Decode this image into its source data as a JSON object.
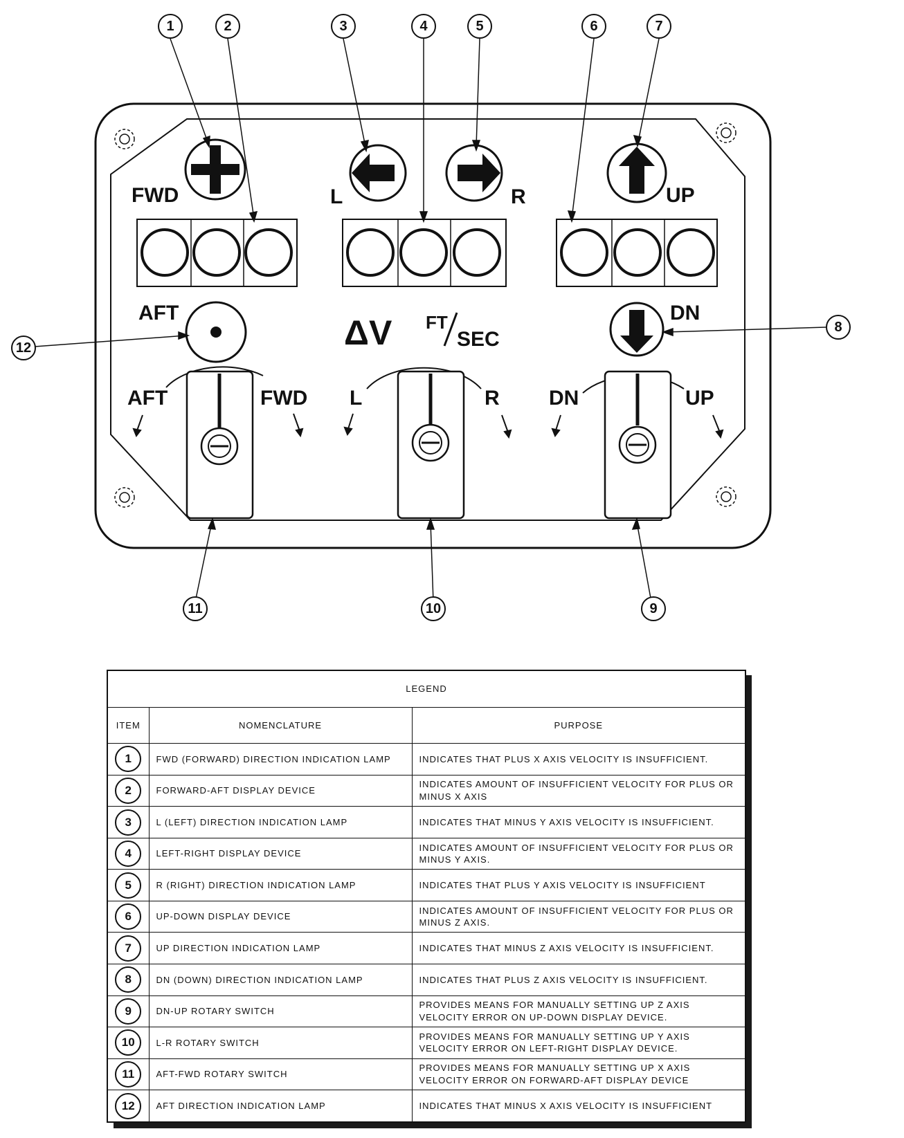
{
  "callouts": [
    "1",
    "2",
    "3",
    "4",
    "5",
    "6",
    "7",
    "8",
    "9",
    "10",
    "11",
    "12"
  ],
  "panel": {
    "fwd_label": "FWD",
    "l_label": "L",
    "r_label": "R",
    "up_label": "UP",
    "aft_label": "AFT",
    "dn_label": "DN",
    "delta_v": "ΔV",
    "ft": "FT",
    "sec": "SEC",
    "switch_aft": "AFT",
    "switch_fwd": "FWD",
    "switch_l": "L",
    "switch_r": "R",
    "switch_dn": "DN",
    "switch_up": "UP"
  },
  "legend": {
    "title": "LEGEND",
    "headers": {
      "item": "ITEM",
      "nomenclature": "NOMENCLATURE",
      "purpose": "PURPOSE"
    },
    "rows": [
      {
        "item": "1",
        "nomenclature": "FWD (FORWARD) DIRECTION INDICATION LAMP",
        "purpose": "INDICATES THAT PLUS X AXIS VELOCITY IS INSUFFICIENT."
      },
      {
        "item": "2",
        "nomenclature": "FORWARD-AFT DISPLAY DEVICE",
        "purpose": "INDICATES AMOUNT OF INSUFFICIENT VELOCITY FOR PLUS OR MINUS X AXIS"
      },
      {
        "item": "3",
        "nomenclature": "L (LEFT) DIRECTION INDICATION LAMP",
        "purpose": "INDICATES THAT MINUS Y AXIS VELOCITY IS INSUFFICIENT."
      },
      {
        "item": "4",
        "nomenclature": "LEFT-RIGHT DISPLAY DEVICE",
        "purpose": "INDICATES AMOUNT OF INSUFFICIENT VELOCITY FOR PLUS OR MINUS Y AXIS."
      },
      {
        "item": "5",
        "nomenclature": "R (RIGHT) DIRECTION INDICATION LAMP",
        "purpose": "INDICATES THAT PLUS Y AXIS VELOCITY IS INSUFFICIENT"
      },
      {
        "item": "6",
        "nomenclature": "UP-DOWN DISPLAY DEVICE",
        "purpose": "INDICATES AMOUNT OF INSUFFICIENT VELOCITY FOR PLUS OR MINUS Z AXIS."
      },
      {
        "item": "7",
        "nomenclature": "UP DIRECTION INDICATION LAMP",
        "purpose": "INDICATES THAT MINUS Z AXIS VELOCITY IS INSUFFICIENT."
      },
      {
        "item": "8",
        "nomenclature": "DN (DOWN) DIRECTION INDICATION LAMP",
        "purpose": "INDICATES THAT PLUS Z AXIS VELOCITY IS INSUFFICIENT."
      },
      {
        "item": "9",
        "nomenclature": "DN-UP ROTARY SWITCH",
        "purpose": "PROVIDES MEANS FOR MANUALLY SETTING UP Z AXIS VELOCITY ERROR ON UP-DOWN DISPLAY DEVICE."
      },
      {
        "item": "10",
        "nomenclature": "L-R ROTARY SWITCH",
        "purpose": "PROVIDES MEANS FOR MANUALLY SETTING UP Y AXIS VELOCITY ERROR ON LEFT-RIGHT DISPLAY DEVICE."
      },
      {
        "item": "11",
        "nomenclature": "AFT-FWD ROTARY SWITCH",
        "purpose": "PROVIDES MEANS FOR MANUALLY SETTING UP X AXIS VELOCITY ERROR ON FORWARD-AFT DISPLAY DEVICE"
      },
      {
        "item": "12",
        "nomenclature": "AFT DIRECTION INDICATION LAMP",
        "purpose": "INDICATES THAT MINUS X AXIS VELOCITY IS INSUFFICIENT"
      }
    ]
  }
}
